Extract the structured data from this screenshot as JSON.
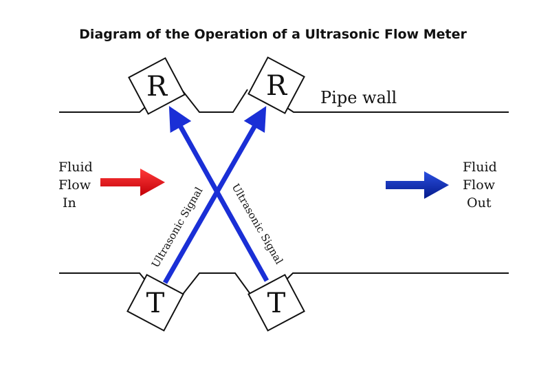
{
  "title": "Diagram of the Operation of a Ultrasonic Flow Meter",
  "pipe_wall_label": "Pipe wall",
  "inlet_label": [
    "Fluid",
    "Flow",
    "In"
  ],
  "outlet_label": [
    "Fluid",
    "Flow",
    "Out"
  ],
  "receiver_letter": "R",
  "transmitter_letter": "T",
  "signal_label": "Ultrasonic Signal",
  "colors": {
    "inlet_arrow": "#e8101a",
    "outlet_arrow": "#0b2fb3",
    "signal_beam": "#1a2fd6",
    "pipe_wall": "#111111"
  }
}
